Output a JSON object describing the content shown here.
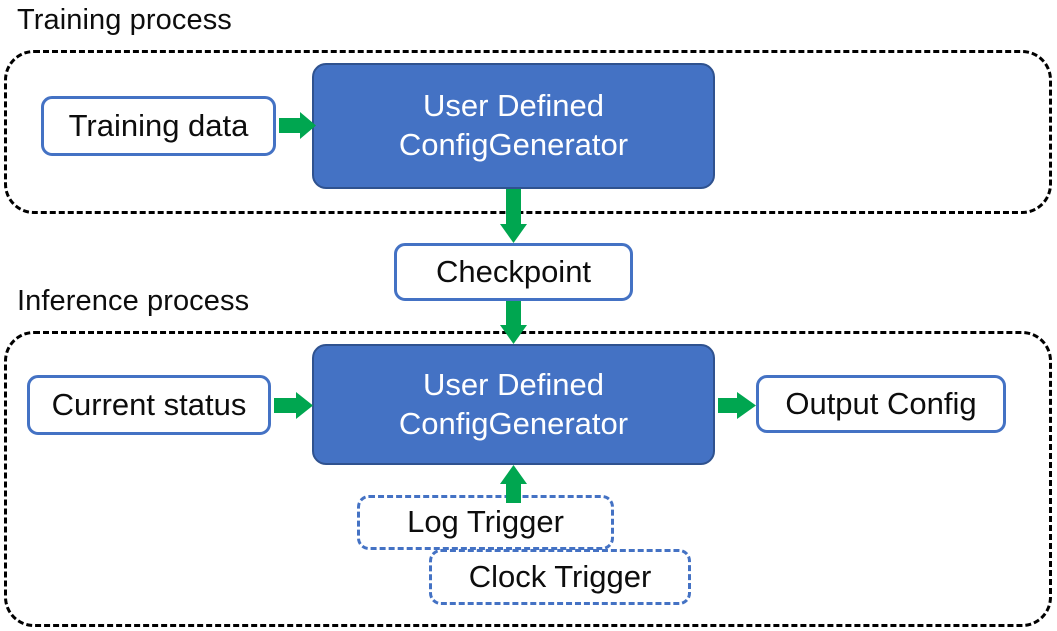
{
  "diagram": {
    "title_training": "Training process",
    "title_inference": "Inference process",
    "colors": {
      "accent_blue": "#4472C4",
      "blue_border": "#2F528F",
      "arrow_green": "#00A650",
      "container_dash": "#000000",
      "text_dark": "#0D0D0D",
      "text_light": "#FFFFFF"
    },
    "training_section": {
      "caption": "Training process",
      "input_node": "Training data",
      "process_node_line1": "User Defined",
      "process_node_line2": "ConfigGenerator"
    },
    "checkpoint_node": "Checkpoint",
    "inference_section": {
      "caption": "Inference process",
      "input_node": "Current status",
      "process_node_line1": "User Defined",
      "process_node_line2": "ConfigGenerator",
      "output_node": "Output Config",
      "triggers": [
        {
          "label": "Log Trigger"
        },
        {
          "label": "Clock Trigger"
        }
      ]
    },
    "arrows": [
      {
        "name": "training-data-to-generator",
        "direction": "right"
      },
      {
        "name": "generator-to-checkpoint",
        "direction": "down"
      },
      {
        "name": "checkpoint-to-inference-generator",
        "direction": "down"
      },
      {
        "name": "current-status-to-generator",
        "direction": "right"
      },
      {
        "name": "generator-to-output-config",
        "direction": "right"
      },
      {
        "name": "log-trigger-to-generator",
        "direction": "up"
      }
    ]
  }
}
